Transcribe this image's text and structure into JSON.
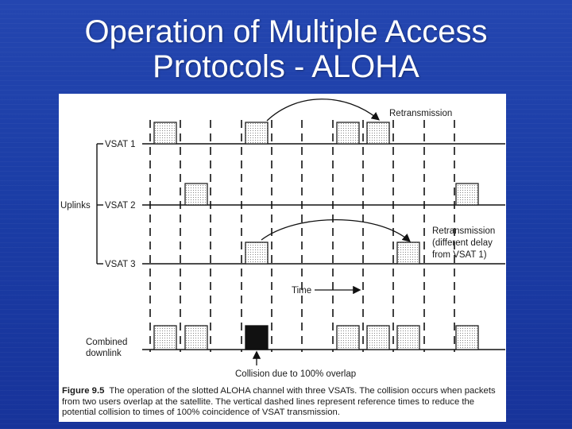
{
  "slide": {
    "title_line1": "Operation of Multiple Access",
    "title_line2": "Protocols - ALOHA",
    "background_color": "#1a3a9e"
  },
  "figure": {
    "labels": {
      "vsat1": "VSAT 1",
      "vsat2": "VSAT 2",
      "vsat3": "VSAT 3",
      "uplinks": "Uplinks",
      "combined_line1": "Combined",
      "combined_line2": "downlink",
      "retransmission": "Retransmission",
      "retransmission2_line1": "Retransmission",
      "retransmission2_line2": "(different delay",
      "retransmission2_line3": "from VSAT 1)",
      "time": "Time",
      "collision": "Collision due to 100% overlap"
    },
    "caption": {
      "number": "Figure 9.5",
      "text": "The operation of the slotted ALOHA channel with three VSATs. The collision occurs when packets from two users overlap at the satellite. The vertical dashed lines represent reference times to reduce the potential collision to times of 100% coincidence of VSAT transmission."
    }
  }
}
